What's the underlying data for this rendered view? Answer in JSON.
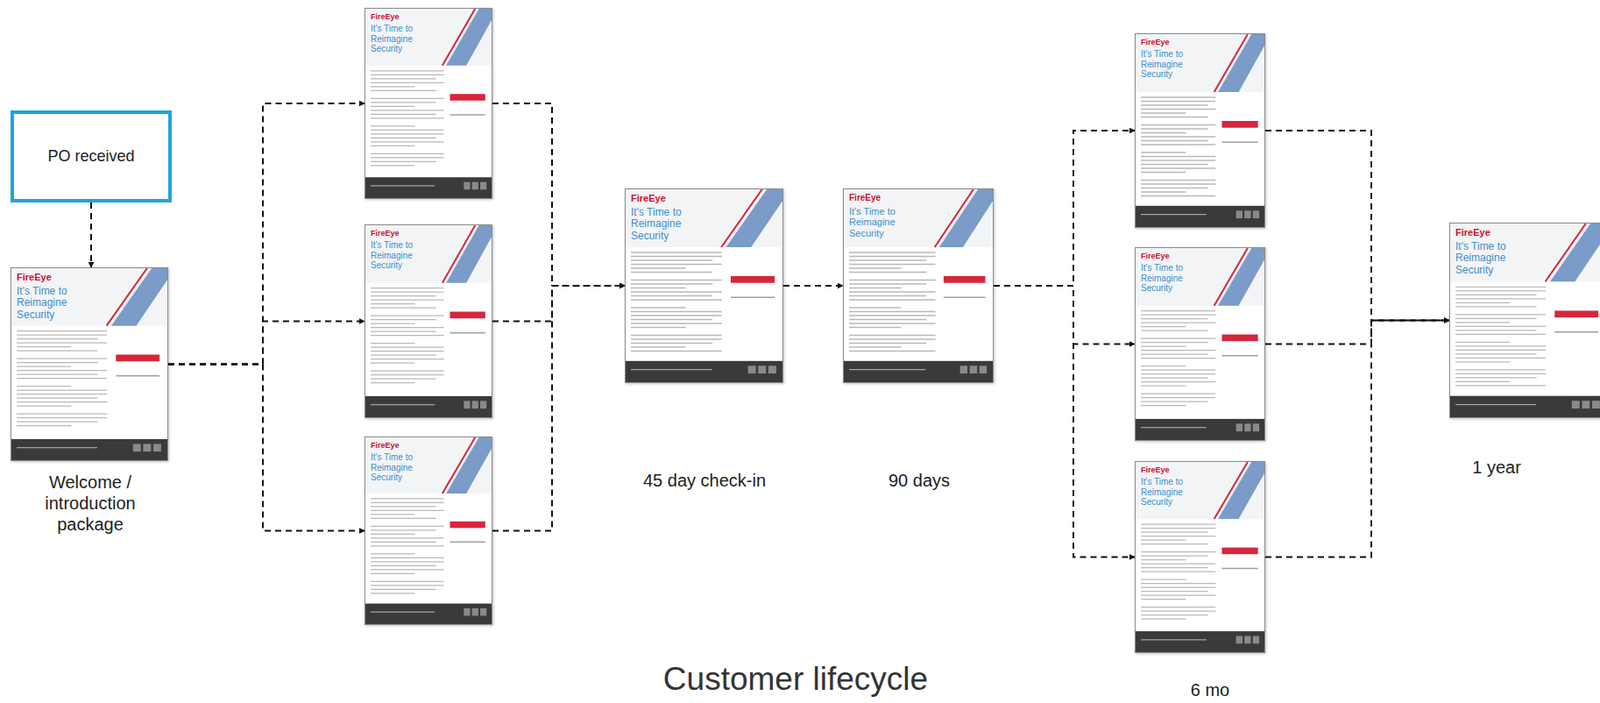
{
  "diagram": {
    "caption": "Customer lifecycle",
    "nodes": [
      {
        "text": [
          "PO received"
        ]
      },
      {
        "text": [
          "FireEye",
          "It's Time to Reimagine Security",
          "Welcome / introduction package"
        ]
      },
      {
        "text": [
          "FireEye",
          "It's Time to Reimagine Security"
        ]
      },
      {
        "text": [
          "FireEye",
          "It's Time to Reimagine Security"
        ]
      },
      {
        "text": [
          "FireEye",
          "It's Time to Reimagine Security"
        ]
      },
      {
        "text": [
          "FireEye",
          "It's Time to Reimagine Security",
          "45 day check-in"
        ]
      },
      {
        "text": [
          "FireEye",
          "It's Time to Reimagine Security",
          "90 days"
        ]
      },
      {
        "text": [
          "FireEye",
          "It's Time to Reimagine Security"
        ]
      },
      {
        "text": [
          "FireEye",
          "It's Time to Reimagine Security"
        ]
      },
      {
        "text": [
          "FireEye",
          "It's Time to Reimagine Security",
          "6 mo"
        ]
      },
      {
        "text": [
          "FireEye",
          "It's Time to Reimagine Security",
          "1 year"
        ]
      }
    ],
    "edges": [
      {
        "from": 0,
        "to": 1,
        "arrow": "to"
      },
      {
        "from": 1,
        "to": 2,
        "arrow": "to"
      },
      {
        "from": 1,
        "to": 3,
        "arrow": "to"
      },
      {
        "from": 1,
        "to": 4,
        "arrow": "to"
      },
      {
        "from": 2,
        "to": 5,
        "arrow": "to"
      },
      {
        "from": 3,
        "to": 5,
        "arrow": "to"
      },
      {
        "from": 4,
        "to": 5,
        "arrow": "to"
      },
      {
        "from": 5,
        "to": 6,
        "arrow": "to"
      },
      {
        "from": 6,
        "to": 7,
        "arrow": "to"
      },
      {
        "from": 6,
        "to": 8,
        "arrow": "to"
      },
      {
        "from": 6,
        "to": 9,
        "arrow": "to"
      },
      {
        "from": 7,
        "to": 10,
        "arrow": "to"
      },
      {
        "from": 8,
        "to": 10,
        "arrow": "to"
      },
      {
        "from": 9,
        "to": 10,
        "arrow": "to"
      }
    ]
  }
}
